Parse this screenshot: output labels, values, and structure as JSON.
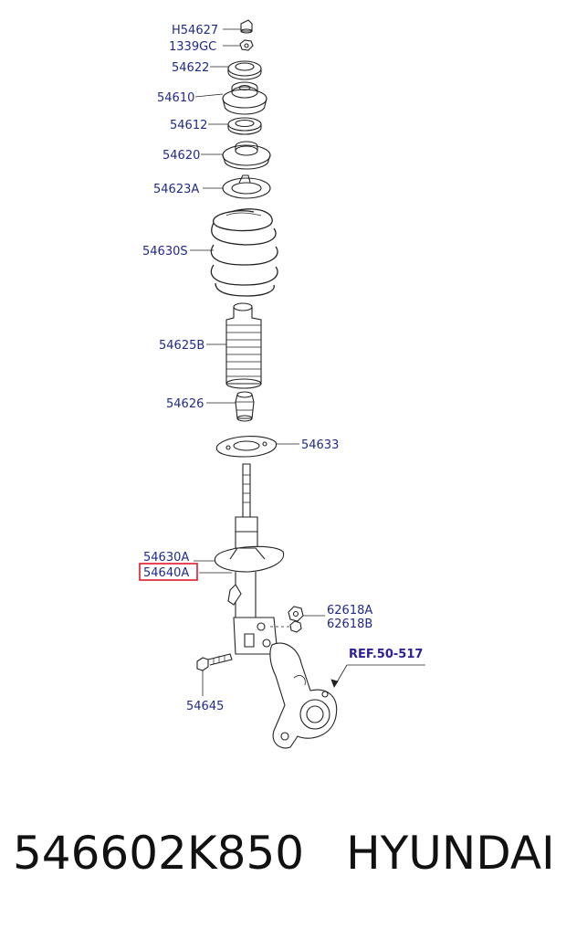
{
  "parts": [
    {
      "label": "H54627"
    },
    {
      "label": "1339GC"
    },
    {
      "label": "54622"
    },
    {
      "label": "54610"
    },
    {
      "label": "54612"
    },
    {
      "label": "54620"
    },
    {
      "label": "54623A"
    },
    {
      "label": "54630S"
    },
    {
      "label": "54625B"
    },
    {
      "label": "54626"
    },
    {
      "label": "54633"
    },
    {
      "label": "54630A"
    },
    {
      "label": "54640A"
    },
    {
      "label": "62618A"
    },
    {
      "label": "62618B"
    },
    {
      "label": "54645"
    }
  ],
  "reference": "REF.50-517",
  "highlight_color": "#e0192b",
  "label_color": "#1f2a8a",
  "caption": {
    "part_number": "546602K850",
    "brand": "HYUNDAI"
  }
}
